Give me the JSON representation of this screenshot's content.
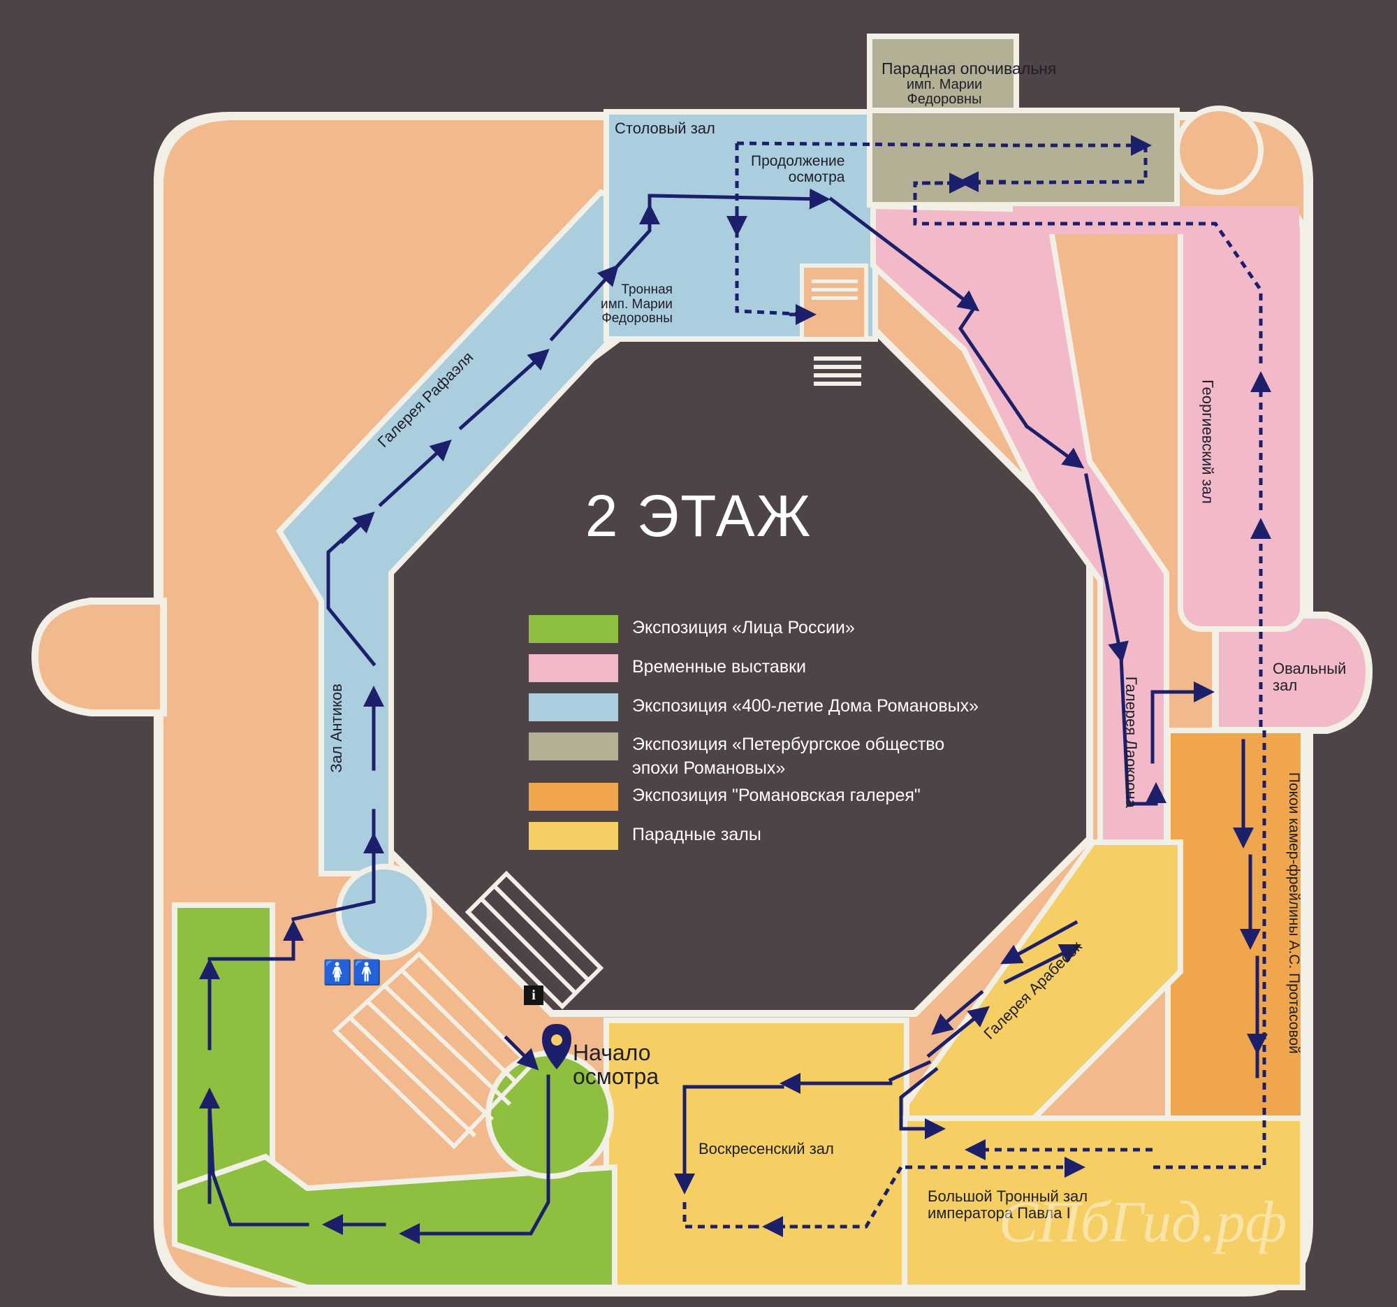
{
  "title": "2 ЭТАЖ",
  "legend": [
    {
      "label": "Экспозиция «Лица России»",
      "color": "#8ebf3e"
    },
    {
      "label": "Временные выставки",
      "color": "#f2b9c8"
    },
    {
      "label": "Экспозиция «400-летие Дома Романовых»",
      "color": "#abcede"
    },
    {
      "label": "Экспозиция «Петербургское общество\nэпохи Романовых»",
      "color": "#b3b095"
    },
    {
      "label": "Экспозиция \"Романовская галерея\"",
      "color": "#f0a64d"
    },
    {
      "label": "Парадные залы",
      "color": "#f5cf63"
    }
  ],
  "rooms": {
    "bedchamber_title": "Парадная опочивальня",
    "bedchamber_sub": "имп. Марии\nФедоровны",
    "dining_hall": "Столовый зал",
    "continuation": "Продолжение\nосмотра",
    "throne_maria": "Тронная\nимп. Марии\nФедоровны",
    "raphael_gallery": "Галерея Рафаэля",
    "antiques_hall": "Зал Антиков",
    "georgievsky_hall": "Георгиевский зал",
    "laocoon_gallery": "Галерея Лаокоона",
    "oval_hall": "Овальный\nзал",
    "protasova": "Покои камер-фрейлины А.С. Протасовой",
    "arabesque_gallery": "Галерея Арабесок",
    "voskresensky_hall": "Воскресенский зал",
    "great_throne_hall": "Большой Тронный зал\nимператора Павла I",
    "tour_start": "Начало\nосмотра"
  },
  "icons": {
    "info_glyph": "i",
    "restroom_glyph": "🚺🚹",
    "start_pin": "map-pin-icon"
  },
  "colors": {
    "background": "#4e4347",
    "floor": "#f2b98d",
    "route": "#1c1f6b",
    "walls": "#f2f0e6"
  },
  "watermark": "СПбГид.рф"
}
